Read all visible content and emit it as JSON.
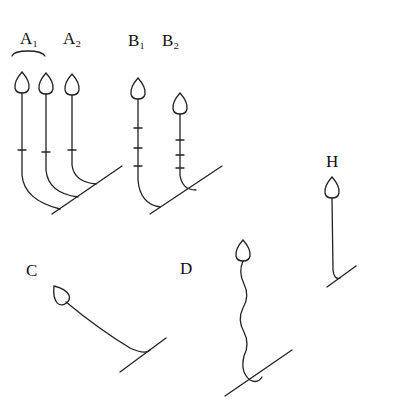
{
  "diagram": {
    "labels": [
      "A₁",
      "A₂",
      "B₁",
      "B₂",
      "C",
      "D",
      "H"
    ]
  }
}
